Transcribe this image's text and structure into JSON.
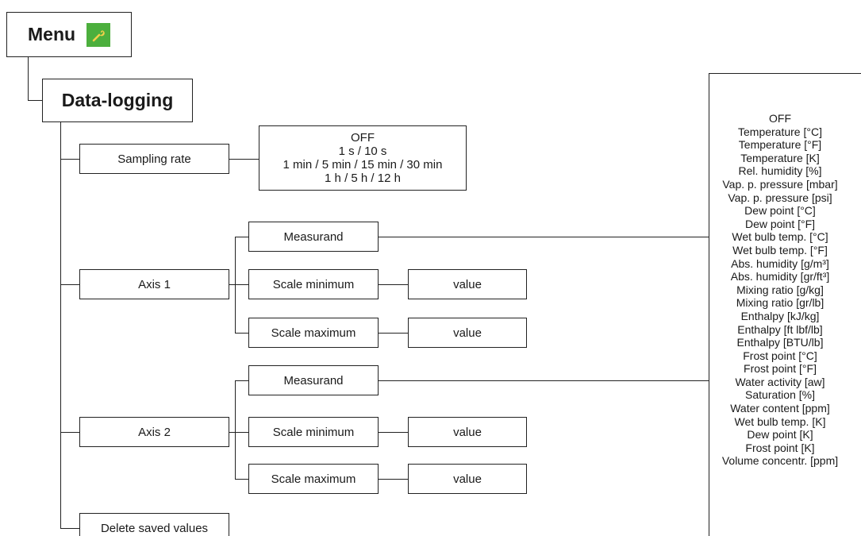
{
  "menu": {
    "label": "Menu",
    "icon": "wrench-icon",
    "icon_color": "#4caf3d"
  },
  "data_logging": {
    "label": "Data-logging"
  },
  "sampling_rate": {
    "label": "Sampling rate",
    "options": [
      "OFF",
      "1 s / 10 s",
      "1 min / 5 min / 15 min / 30 min",
      "1 h / 5 h / 12 h"
    ]
  },
  "axis1": {
    "label": "Axis 1",
    "measurand": "Measurand",
    "scale_minimum": "Scale minimum",
    "scale_maximum": "Scale maximum",
    "min_value": "value",
    "max_value": "value"
  },
  "axis2": {
    "label": "Axis 2",
    "measurand": "Measurand",
    "scale_minimum": "Scale minimum",
    "scale_maximum": "Scale maximum",
    "min_value": "value",
    "max_value": "value"
  },
  "delete_saved_values": {
    "label": "Delete saved values"
  },
  "measurand_options": [
    "OFF",
    "Temperature [°C]",
    "Temperature [°F]",
    "Temperature [K]",
    "Rel. humidity [%]",
    "Vap. p. pressure [mbar]",
    "Vap. p. pressure [psi]",
    "Dew point [°C]",
    "Dew point [°F]",
    "Wet bulb temp. [°C]",
    "Wet bulb temp. [°F]",
    "Abs. humidity [g/m³]",
    "Abs. humidity [gr/ft³]",
    "Mixing ratio [g/kg]",
    "Mixing ratio [gr/lb]",
    "Enthalpy [kJ/kg]",
    "Enthalpy [ft lbf/lb]",
    "Enthalpy [BTU/lb]",
    "Frost point [°C]",
    "Frost point [°F]",
    "Water activity [aw]",
    "Saturation [%]",
    "Water content [ppm]",
    "Wet bulb temp. [K]",
    "Dew point [K]",
    "Frost point [K]",
    "Volume concentr. [ppm]"
  ]
}
